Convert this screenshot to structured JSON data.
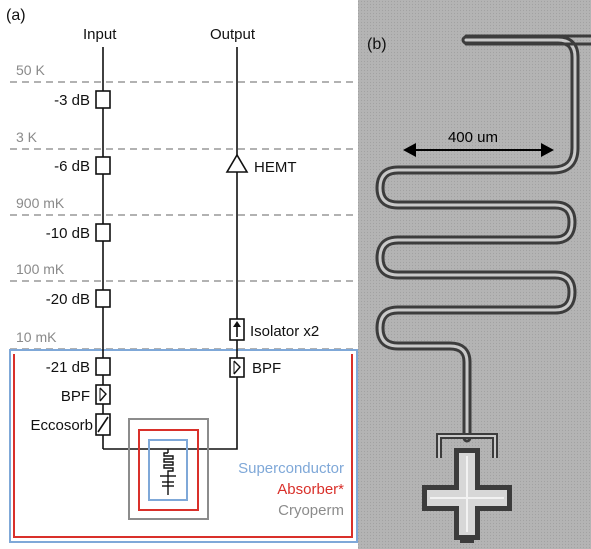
{
  "panel_a_label": "(a)",
  "panel_b_label": "(b)",
  "input_label": "Input",
  "output_label": "Output",
  "stages": [
    "50 K",
    "3 K",
    "900 mK",
    "100 mK",
    "10 mK"
  ],
  "input_chain": [
    "-3 dB",
    "-6 dB",
    "-10 dB",
    "-20 dB",
    "-21 dB"
  ],
  "input_filters": [
    "BPF",
    "Eccosorb"
  ],
  "output_chain": {
    "hemt": "HEMT",
    "isolator": "Isolator x2",
    "bpf": "BPF"
  },
  "shield_legend": {
    "superconductor": "Superconductor",
    "absorber": "Absorber*",
    "cryoperm": "Cryoperm"
  },
  "scale_bar": "400 um",
  "colors": {
    "superconductor": "#7fa8d8",
    "absorber": "#d9302a",
    "cryoperm": "#8c8c8c",
    "stage_line": "#666666"
  }
}
